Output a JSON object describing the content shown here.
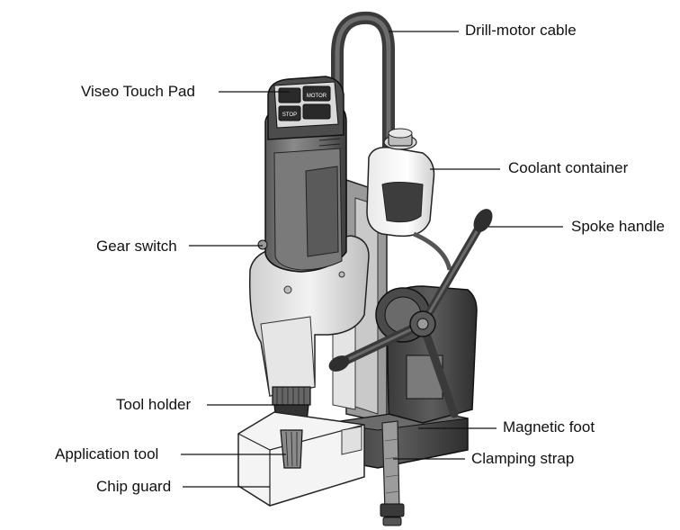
{
  "labels": {
    "drill_motor_cable": "Drill-motor cable",
    "viseo_touch_pad": "Viseo Touch Pad",
    "coolant_container": "Coolant container",
    "spoke_handle": "Spoke handle",
    "gear_switch": "Gear switch",
    "tool_holder": "Tool holder",
    "magnetic_foot": "Magnetic foot",
    "application_tool": "Application tool",
    "clamping_strap": "Clamping strap",
    "chip_guard": "Chip guard"
  },
  "pad": {
    "btn_top": "MOTOR",
    "btn_bottom": "STOP"
  }
}
